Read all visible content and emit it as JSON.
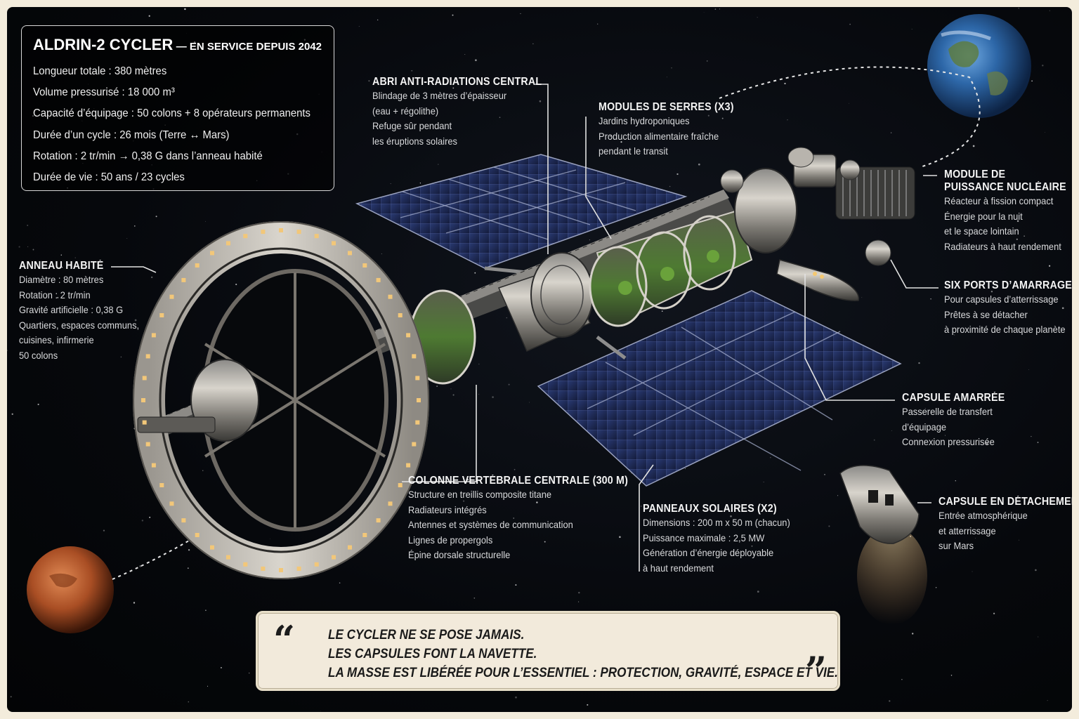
{
  "info": {
    "title": "ALDRIN-2 CYCLER",
    "subtitle": "— EN SERVICE DEPUIS 2042",
    "rows": [
      "Longueur totale : 380 mètres",
      "Volume pressurisé : 18 000 m³",
      "Capacité d’équipage : 50 colons + 8 opérateurs permanents",
      "Durée d’un cycle : 26 mois (Terre ↔ Mars)",
      "Rotation : 2 tr/min → 0,38 G dans l’anneau habité",
      "Durée de vie : 50 ans / 23 cycles"
    ]
  },
  "labels": {
    "abri": {
      "title": "ABRI ANTI-RADIATIONS CENTRAL",
      "lines": [
        "Blindage de 3 mètres d’épaisseur",
        "(eau + régolithe)",
        "Refuge sûr pendant",
        "les éruptions solaires"
      ]
    },
    "serres": {
      "title": "MODULES DE SERRES (x3)",
      "lines": [
        "Jardins hydroponiques",
        "Production alimentaire fraîche",
        "pendant le transit"
      ]
    },
    "puissance": {
      "title": "MODULE DE PUISSANCE NUCLÉAIRE",
      "title_lines": [
        "MODULE DE",
        "PUISSANCE NUCLÉAIRE"
      ],
      "lines": [
        "Réacteur à fission compact",
        "Énergie pour la nuit",
        "et le space lointain",
        "Radiateurs à haut rendement"
      ]
    },
    "ports": {
      "title": "SIX PORTS D’AMARRAGE",
      "lines": [
        "Pour capsules d’atterrissage",
        "Prêtes à se détacher",
        "à proximité de chaque planète"
      ]
    },
    "anneau": {
      "title": "ANNEAU HABITÉ",
      "lines": [
        "Diamètre : 80 mètres",
        "Rotation : 2 tr/min",
        "Gravité artificielle : 0,38 G",
        "Quartiers, espaces communs,",
        "cuisines, infirmerie",
        "50 colons"
      ]
    },
    "capsule_amarree": {
      "title": "CAPSULE AMARRÉE",
      "lines": [
        "Passerelle de transfert",
        "d’équipage",
        "Connexion pressurisée"
      ]
    },
    "colonne": {
      "title": "COLONNE VERTÉBRALE CENTRALE (300 m)",
      "lines": [
        "Structure en treillis composite titane",
        "Radiateurs intégrés",
        "Antennes et systèmes de communication",
        "Lignes de propergols",
        "Épine dorsale structurelle"
      ]
    },
    "panneaux": {
      "title": "PANNEAUX SOLAIRES (x2)",
      "lines": [
        "Dimensions : 200 m x 50 m (chacun)",
        "Puissance maximale : 2,5 MW",
        "Génération d’énergie déployable",
        "à haut rendement"
      ]
    },
    "capsule_detach": {
      "title": "CAPSULE EN DÉTACHEMENT",
      "lines": [
        "Entrée atmosphérique",
        "et atterrissage",
        "sur Mars"
      ]
    }
  },
  "quote": {
    "open": "“",
    "close": "”",
    "lines": [
      "LE CYCLER NE SE POSE JAMAIS.",
      "LES CAPSULES FONT LA NAVETTE.",
      "LA MASSE EST LIBÉRÉE POUR L’ESSENTIEL : PROTECTION, GRAVITÉ, ESPACE ET VIE."
    ]
  },
  "colors": {
    "space": "#05070b",
    "panel": "#1d2a55",
    "hull": "#cfcbc4",
    "mars": "#b5562c",
    "earth": "#2b6fb8",
    "paper": "#f2eadb"
  }
}
